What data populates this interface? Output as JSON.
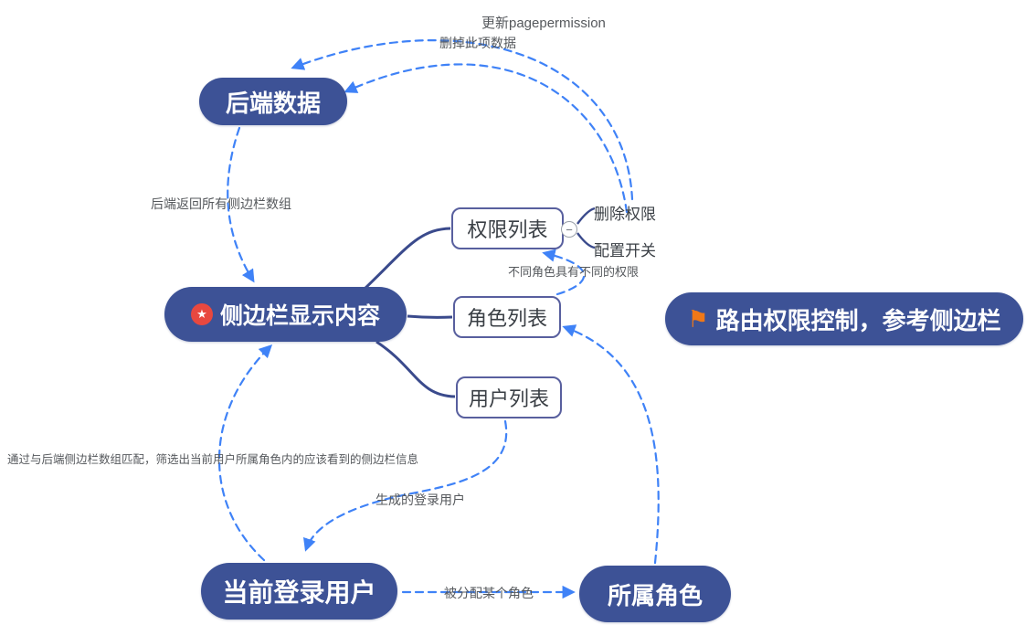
{
  "colors": {
    "node_fill": "#3d5296",
    "node_text": "#ffffff",
    "box_border": "#585f9e",
    "solid_link": "#3a4a8c",
    "dashed_link": "#3f82f7",
    "label_text": "#55585c",
    "star_badge_bg": "#e8483f",
    "flag_color": "#f07818"
  },
  "icons": {
    "star": "★",
    "flag": "⚑",
    "collapse_minus": "−"
  },
  "nodes": {
    "backend_data": {
      "label": "后端数据"
    },
    "sidebar_content": {
      "label": "侧边栏显示内容",
      "icon": "star-badge"
    },
    "permission_list": {
      "label": "权限列表"
    },
    "role_list": {
      "label": "角色列表"
    },
    "user_list": {
      "label": "用户列表"
    },
    "route_note": {
      "label": "路由权限控制，参考侧边栏",
      "icon": "flag"
    },
    "current_user": {
      "label": "当前登录用户"
    },
    "owned_role": {
      "label": "所属角色"
    },
    "delete_permission": {
      "label": "删除权限"
    },
    "config_switch": {
      "label": "配置开关"
    }
  },
  "edge_labels": {
    "update_pagepermission": "更新pagepermission",
    "delete_this_data": "删掉此项数据",
    "backend_returns_sidebar_array": "后端返回所有侧边栏数组",
    "different_role_permissions": "不同角色具有不同的权限",
    "filter_sidebar_info": "通过与后端侧边栏数组匹配，筛选出当前用户所属角色内的应该看到的侧边栏信息",
    "generated_login_user": "生成的登录用户",
    "assigned_some_role": "被分配某个角色"
  }
}
